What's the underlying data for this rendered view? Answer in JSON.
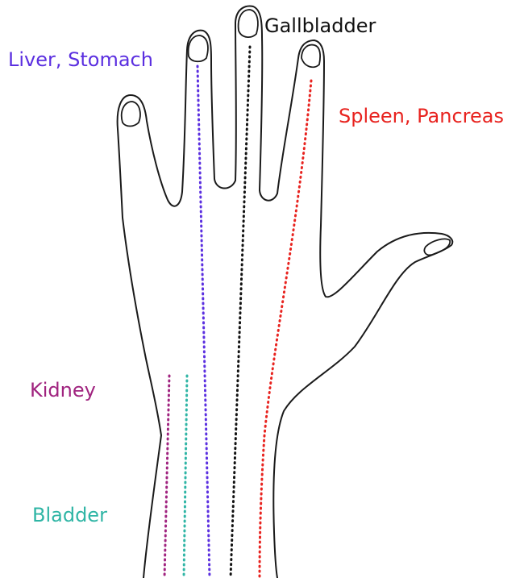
{
  "labels": {
    "gallbladder": "Gallbladder",
    "liver_stomach": "Liver, Stomach",
    "spleen_pancreas": "Spleen, Pancreas",
    "kidney": "Kidney",
    "bladder": "Bladder"
  },
  "colors": {
    "outline": "#1a1a1a",
    "gallbladder": "#111111",
    "liver_stomach": "#5b2fe0",
    "spleen_pancreas": "#e8231f",
    "kidney": "#a0237f",
    "bladder": "#2fb5a5"
  }
}
